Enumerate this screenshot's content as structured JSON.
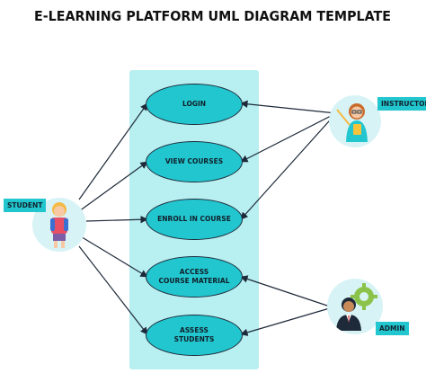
{
  "title": "E-LEARNING PLATFORM UML DIAGRAM TEMPLATE",
  "colors": {
    "system_boundary": "#b8eff0",
    "use_case_fill": "#22c6cf",
    "use_case_stroke": "#1e2a3a",
    "actor_circle": "#d7f3f6",
    "label_fill": "#22c6cf",
    "connector": "#1e2a3a"
  },
  "use_cases": [
    {
      "id": "login",
      "label": "LOGIN"
    },
    {
      "id": "view-courses",
      "label": "VIEW COURSES"
    },
    {
      "id": "enroll-in-course",
      "label": "ENROLL IN COURSE"
    },
    {
      "id": "access-course-material",
      "label": "ACCESS\nCOURSE MATERIAL"
    },
    {
      "id": "assess-students",
      "label": "ASSESS\nSTUDENTS"
    }
  ],
  "actors": [
    {
      "id": "student",
      "label": "STUDENT",
      "icon": "student-icon"
    },
    {
      "id": "instructor",
      "label": "INSTRUCTOR",
      "icon": "instructor-icon"
    },
    {
      "id": "admin",
      "label": "ADMIN",
      "icon": "admin-icon"
    }
  ],
  "associations": [
    {
      "from": "student",
      "to": "login"
    },
    {
      "from": "student",
      "to": "view-courses"
    },
    {
      "from": "student",
      "to": "enroll-in-course"
    },
    {
      "from": "student",
      "to": "access-course-material"
    },
    {
      "from": "student",
      "to": "assess-students"
    },
    {
      "from": "instructor",
      "to": "login"
    },
    {
      "from": "instructor",
      "to": "view-courses"
    },
    {
      "from": "instructor",
      "to": "enroll-in-course"
    },
    {
      "from": "admin",
      "to": "access-course-material"
    },
    {
      "from": "admin",
      "to": "assess-students"
    }
  ]
}
